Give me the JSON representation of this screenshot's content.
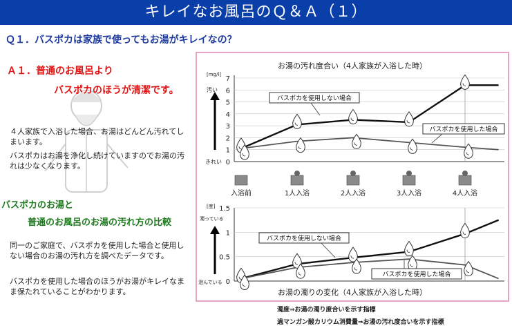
{
  "header": {
    "title": "キレイなお風呂のＱ＆Ａ（１）"
  },
  "question": "Ｑ１．バスポカは家族で使ってもお湯がキレイなの？",
  "answer": {
    "head1": "Ａ１．普通のお風呂より",
    "head2": "バスポカのほうが清潔です。",
    "p1": "４人家族で入浴した場合、お湯はどんどん汚れてしまいます。",
    "p2": "バスポカはお湯を浄化し続けていますのでお湯の汚れは少なくなります。"
  },
  "comparison": {
    "head1": "バスポカのお湯と",
    "head2": "普通のお風呂のお湯の汚れ方の比較",
    "p1": "同一のご家庭で、バスポカを使用した場合と使用しない場合のお湯の汚れ方を調べたデータです。",
    "p2": "バスポカを使用した場合のほうがお湯がキレイなまま保たれていることがわかります。"
  },
  "notes": {
    "n1": "濁度⇒お湯の濁り度合いを示す指標",
    "n2": "過マンガン酸カリウム消費量⇒お湯の汚れ度合いを示す指標"
  },
  "chart_data": [
    {
      "type": "line",
      "title": "お湯の汚れ度合い（4人家族が入浴した時）",
      "unit": "[mg/l]",
      "axis_top_label": "汚い",
      "axis_bottom_label": "きれい",
      "categories": [
        "入浴前",
        "1人入浴",
        "2人入浴",
        "3人入浴",
        "4人入浴"
      ],
      "ylim": [
        0,
        7
      ],
      "yticks": [
        "0",
        "1",
        "2",
        "3",
        "4",
        "5",
        "6",
        "7"
      ],
      "series": [
        {
          "name": "バスポカを使用しない場合",
          "x": [
            0,
            1,
            2,
            3,
            4,
            4.6
          ],
          "values": [
            1.1,
            3.1,
            3.5,
            3.3,
            6.4,
            6.4
          ]
        },
        {
          "name": "バスポカを使用した場合",
          "x": [
            0,
            1,
            2,
            3,
            4,
            4.6
          ],
          "values": [
            1.1,
            1.7,
            2.0,
            1.6,
            1.2,
            1.0
          ]
        }
      ]
    },
    {
      "type": "line",
      "title": "お湯の濁りの変化（4人家族が入浴した時）",
      "unit": "[度]",
      "axis_top_label": "濁っている",
      "axis_bottom_label": "澄んでいる",
      "categories": [
        "入浴前",
        "1人入浴",
        "2人入浴",
        "3人入浴",
        "4人入浴"
      ],
      "ylim": [
        0,
        1.5
      ],
      "yticks": [
        "0",
        "0.5",
        "1",
        "1.5"
      ],
      "series": [
        {
          "name": "バスポカを使用しない場合",
          "x": [
            0,
            1,
            2,
            3,
            4,
            4.6
          ],
          "values": [
            0.05,
            0.35,
            0.48,
            0.6,
            0.97,
            1.25
          ]
        },
        {
          "name": "バスポカを使用した場合",
          "x": [
            0,
            1,
            2,
            3,
            4,
            4.6
          ],
          "values": [
            0.05,
            0.28,
            0.38,
            0.45,
            0.33,
            0.05
          ]
        }
      ]
    }
  ]
}
